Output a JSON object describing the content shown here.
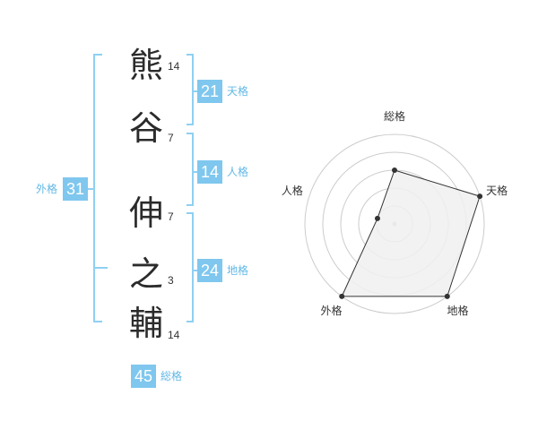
{
  "name": {
    "chars": [
      {
        "char": "熊",
        "strokes": "14"
      },
      {
        "char": "谷",
        "strokes": "7"
      },
      {
        "char": "伸",
        "strokes": "7"
      },
      {
        "char": "之",
        "strokes": "3"
      },
      {
        "char": "輔",
        "strokes": "14"
      }
    ]
  },
  "fortunes": {
    "tenkaku": {
      "value": "21",
      "label": "天格"
    },
    "jinkaku": {
      "value": "14",
      "label": "人格"
    },
    "chikaku": {
      "value": "24",
      "label": "地格"
    },
    "gaikaku": {
      "value": "31",
      "label": "外格"
    },
    "soukaku": {
      "value": "45",
      "label": "総格"
    }
  },
  "chart_data": {
    "type": "radar",
    "axes": [
      "総格",
      "天格",
      "地格",
      "外格",
      "人格"
    ],
    "values": [
      3,
      5,
      5,
      5,
      1
    ],
    "max": 5,
    "rings": 5,
    "grid": true,
    "colors": {
      "line": "#333333",
      "fill": "#f0f0f0",
      "grid": "#cccccc",
      "center": "#bbbbbb"
    }
  }
}
